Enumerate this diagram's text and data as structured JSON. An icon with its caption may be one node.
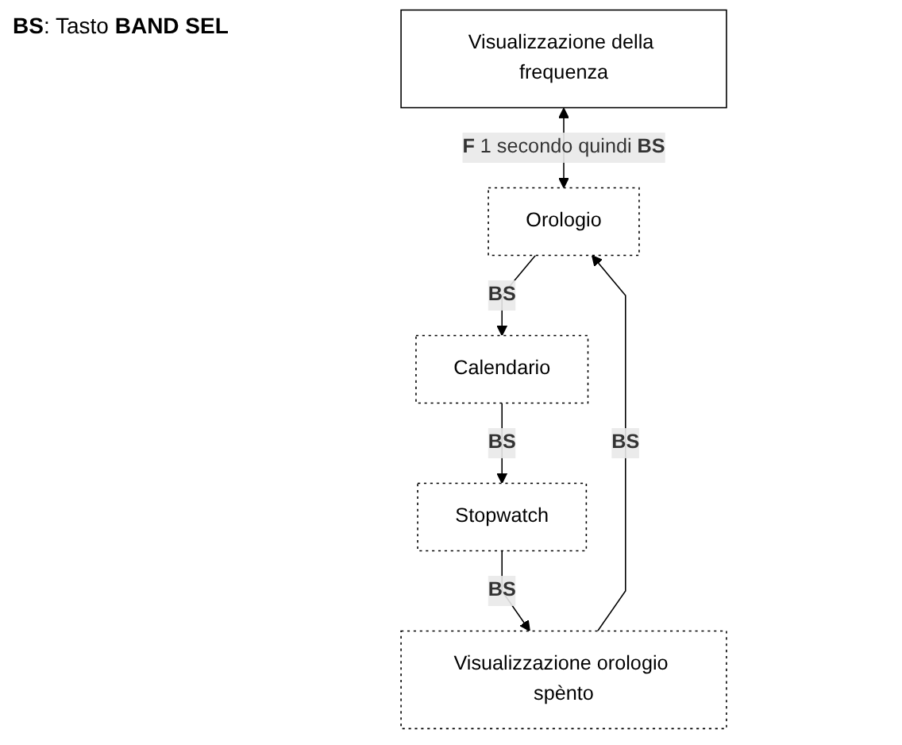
{
  "diagram": {
    "nodes": [
      {
        "text": [
          "Visualizzazione della frequenza"
        ]
      },
      {
        "text": [
          "Orologio"
        ]
      },
      {
        "text": [
          "Calendario"
        ]
      },
      {
        "text": [
          "Stopwatch"
        ]
      },
      {
        "text": [
          "Visualizzazione orologio spènto"
        ]
      }
    ],
    "edges": [
      {
        "from": 0,
        "to": 1,
        "arrow": "both",
        "label": "**F** 1 secondo quindi **BS**"
      },
      {
        "from": 1,
        "to": 2,
        "arrow": "to",
        "label": "**BS**"
      },
      {
        "from": 2,
        "to": 3,
        "arrow": "to",
        "label": "**BS**"
      },
      {
        "from": 3,
        "to": 4,
        "arrow": "to",
        "label": "**BS**"
      },
      {
        "from": 4,
        "to": 1,
        "arrow": "to",
        "label": "**BS**"
      }
    ],
    "labels": [
      "**BS**: Tasto **BAND SEL**"
    ]
  }
}
